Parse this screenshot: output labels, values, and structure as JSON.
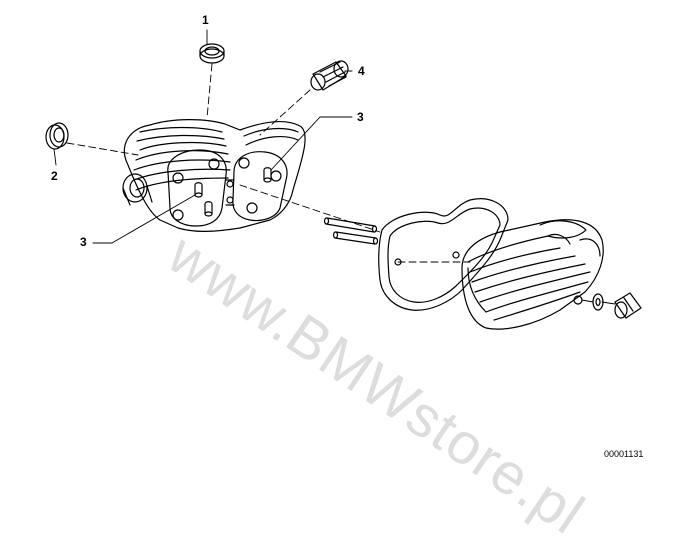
{
  "diagram": {
    "callouts": [
      {
        "id": "callout-1",
        "text": "1"
      },
      {
        "id": "callout-2",
        "text": "2"
      },
      {
        "id": "callout-3a",
        "text": "3"
      },
      {
        "id": "callout-3b",
        "text": "3"
      },
      {
        "id": "callout-4",
        "text": "4"
      }
    ],
    "document_number": "00001131",
    "watermark": "www.BMWstore.pl"
  },
  "colors": {
    "line": "#000000",
    "background": "#ffffff",
    "watermark": "#969696"
  }
}
